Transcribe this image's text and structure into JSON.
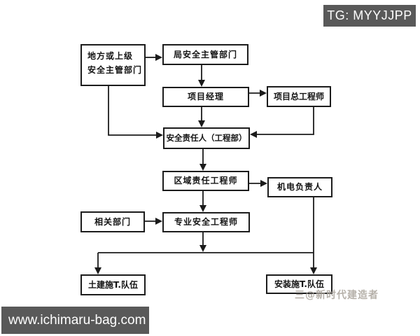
{
  "overlays": {
    "tg_badge": {
      "text": "TG: MYYJJPP",
      "bg": "#595959",
      "fg": "#ffffff"
    },
    "site_bar": {
      "text": "www.ichimaru-bag.com",
      "bg": "#595959",
      "fg": "#ffffff"
    },
    "watermark": {
      "text": "三@新时代建造者",
      "color": "#aaa49c"
    }
  },
  "colors": {
    "background": "#ffffff",
    "box_border": "#1c1c1c",
    "connector_line": "#1b1b1b"
  },
  "diagram": {
    "type": "flowchart",
    "nodes": [
      {
        "id": "local-superior-dept",
        "label": "地方或上级\n安全主管部门"
      },
      {
        "id": "bureau-safety-dept",
        "label": "局安全主管部门"
      },
      {
        "id": "project-manager",
        "label": "项目经理"
      },
      {
        "id": "project-chief-engineer",
        "label": "项目总工程师"
      },
      {
        "id": "safety-responsible-person",
        "label": "安全责任人（工程部）"
      },
      {
        "id": "regional-responsible-engineer",
        "label": "区域责任工程师"
      },
      {
        "id": "mech-elec-leader",
        "label": "机电负责人"
      },
      {
        "id": "related-departments",
        "label": "相关部门"
      },
      {
        "id": "professional-safety-engineer",
        "label": "专业安全工程师"
      },
      {
        "id": "civil-construction-team",
        "label": "土建施T.队伍"
      },
      {
        "id": "installation-construction-team",
        "label": "安装施T.队伍"
      }
    ],
    "edges": [
      {
        "from": "local-superior-dept",
        "to": "bureau-safety-dept"
      },
      {
        "from": "bureau-safety-dept",
        "to": "project-manager"
      },
      {
        "from": "project-manager",
        "to": "project-chief-engineer"
      },
      {
        "from": "project-manager",
        "to": "safety-responsible-person"
      },
      {
        "from": "local-superior-dept",
        "to": "safety-responsible-person"
      },
      {
        "from": "project-chief-engineer",
        "to": "safety-responsible-person"
      },
      {
        "from": "safety-responsible-person",
        "to": "regional-responsible-engineer"
      },
      {
        "from": "regional-responsible-engineer",
        "to": "mech-elec-leader"
      },
      {
        "from": "regional-responsible-engineer",
        "to": "professional-safety-engineer"
      },
      {
        "from": "related-departments",
        "to": "professional-safety-engineer"
      },
      {
        "from": "professional-safety-engineer",
        "to": "civil-construction-team"
      },
      {
        "from": "professional-safety-engineer",
        "to": "installation-construction-team"
      },
      {
        "from": "mech-elec-leader",
        "to": "installation-construction-team"
      }
    ]
  }
}
